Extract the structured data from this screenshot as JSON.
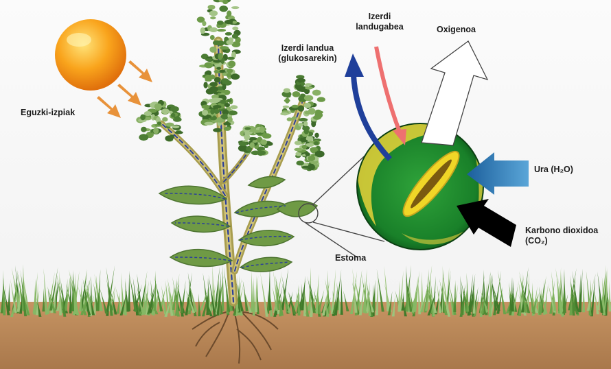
{
  "labels": {
    "sun_rays": "Eguzki-izpiak",
    "processed_sap_line1": "Izerdi landua",
    "processed_sap_line2": "(glukosarekin)",
    "raw_sap_line1": "Izerdi",
    "raw_sap_line2": "landugabea",
    "oxygen": "Oxigenoa",
    "water": "Ura (H₂O)",
    "co2_line1": "Karbono dioxidoa",
    "co2_line2": "(CO₂)",
    "stoma": "Estoma"
  },
  "colors": {
    "sun": "#f59a16",
    "sun_ray_arrow": "#e8923a",
    "processed_sap_arrow": "#1f3f9a",
    "raw_sap_arrow": "#ee7070",
    "oxygen_arrow": "#ffffff",
    "water_arrow": "#1f6fb0",
    "co2_arrow": "#000000",
    "leaf_green": "#5f8f3a",
    "stem": "#b5aa5a",
    "vein_dashes": "#2b3f9a",
    "stoma_cell": "#1f8a2a",
    "stoma_slit": "#f2d21a",
    "soil": "#b7875a",
    "grass": "#6a9a48"
  },
  "icons": [
    "sun-icon",
    "leaf-icon",
    "grass-icon",
    "root-icon"
  ]
}
